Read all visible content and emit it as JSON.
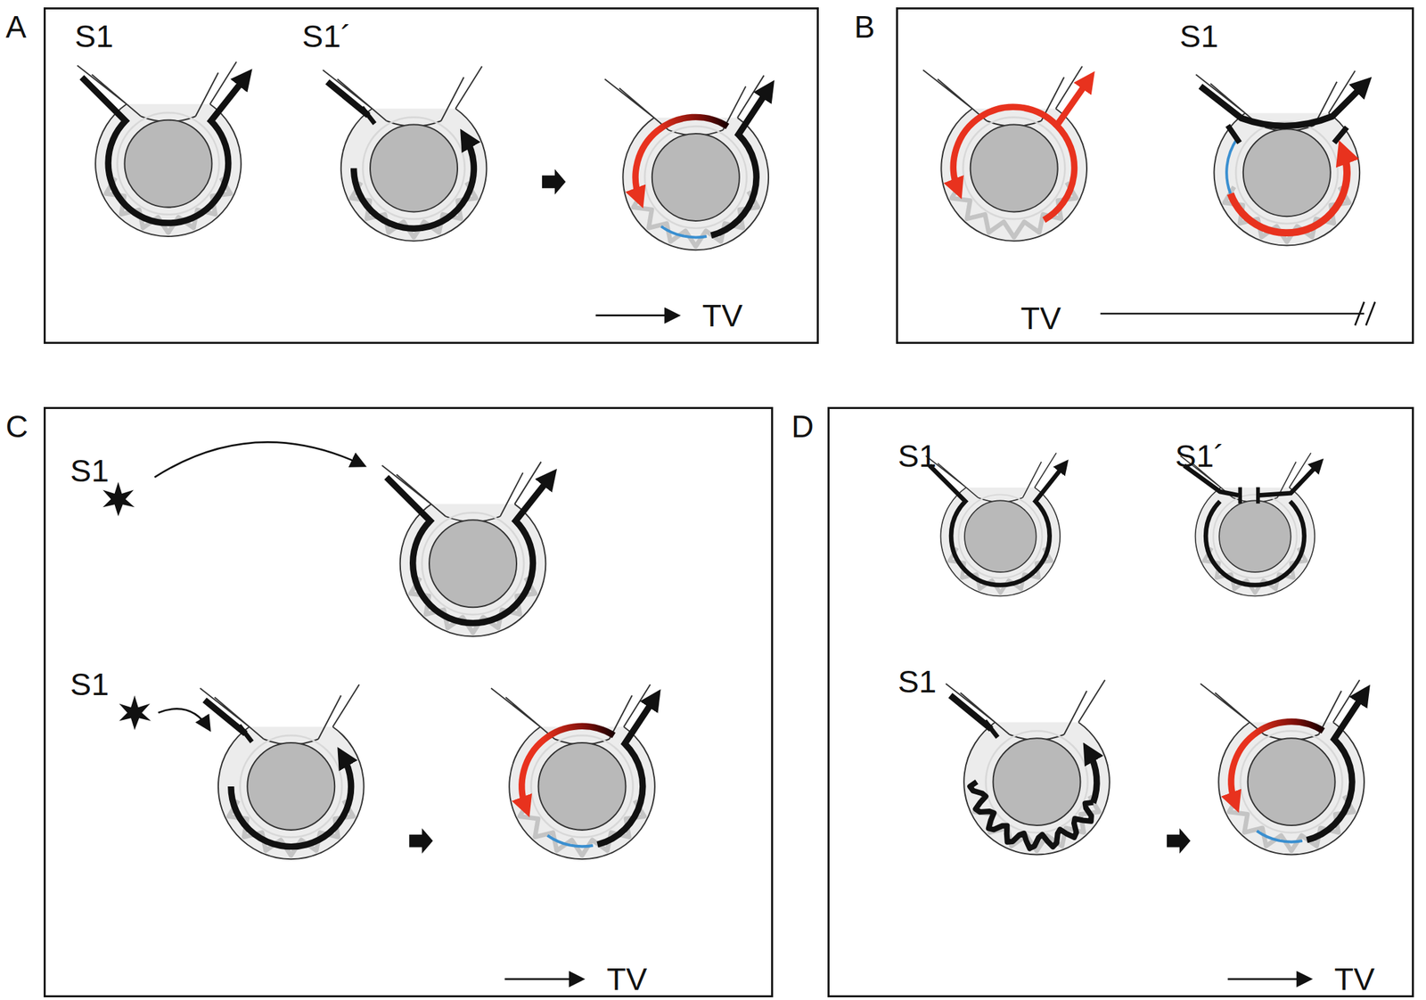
{
  "diagram": {
    "nodes": [
      {
        "text": [
          "A",
          "S1",
          "S1´",
          "TV"
        ]
      },
      {
        "text": [
          "B",
          "TV",
          "S1"
        ]
      },
      {
        "text": [
          "C",
          "S1",
          "S1",
          "TV"
        ]
      },
      {
        "text": [
          "D",
          "S1",
          "S1´",
          "S1",
          "TV"
        ]
      }
    ]
  }
}
